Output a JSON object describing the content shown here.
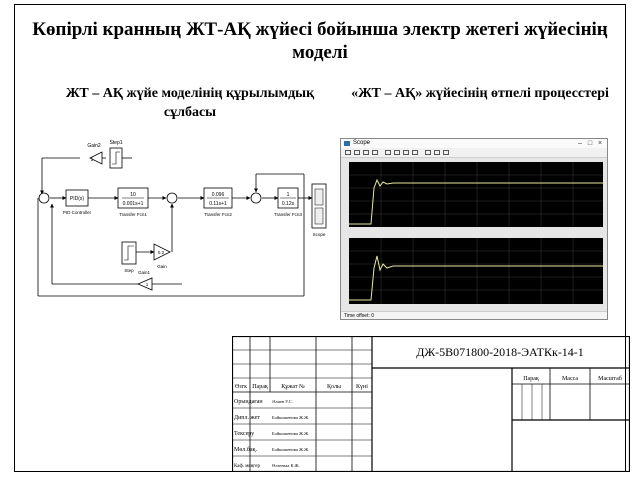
{
  "title": "Көпірлі кранның ЖТ-АҚ жүйесі бойынша электр жетегі жүйесінің моделі",
  "subtitle_left": "ЖТ – АҚ  жүйе моделінің құрылымдық сұлбасы",
  "subtitle_right": "«ЖТ – АҚ» жүйесінің өтпелі процесстері",
  "simulink": {
    "gain2": "Gain2",
    "step1": "Step1",
    "pid_block": "PID(s)",
    "pid_label": "PID Controller",
    "tf1_num": "10",
    "tf1_den": "0.001s+1",
    "tf1_label": "Transfer Fcn1",
    "tf2_num": "0.096",
    "tf2_den": "0.11s+1",
    "tf2_label": "Transfer Fcn2",
    "tf3_num": "1",
    "tf3_den": "0.12s",
    "tf3_label": "Transfer Fcn3",
    "scope_label": "Scope",
    "step": "Step",
    "gain_value": "0.2",
    "gain": "Gain",
    "gain1": "Gain1",
    "gain2_value": "5",
    "gain1_value": "1"
  },
  "scope_window": {
    "title": "Scope",
    "status": "Time offset: 0"
  },
  "stamp": {
    "doc_code": "ДЖ-5В071800-2018-ЭАТКк-14-1",
    "col_headers": [
      "Өзгк",
      "Парақ",
      "Құжат №",
      "Қолы",
      "Күні"
    ],
    "rows": [
      {
        "role": "Орындаған",
        "name": "Әлиев У.С."
      },
      {
        "role": "Дипл. жет",
        "name": "Бойкөшенова Ж.Ж."
      },
      {
        "role": "Тексеру",
        "name": "Бойкөшенова Ж.Ж."
      },
      {
        "role": "Мөл.бақ.",
        "name": "Бойкөшенова Ж.Ж."
      },
      {
        "role": "Каф. меңгер",
        "name": "Өлзееваа К.Ж."
      }
    ],
    "sheet_headers": [
      "Парақ",
      "Масса",
      "Масштаб"
    ]
  }
}
